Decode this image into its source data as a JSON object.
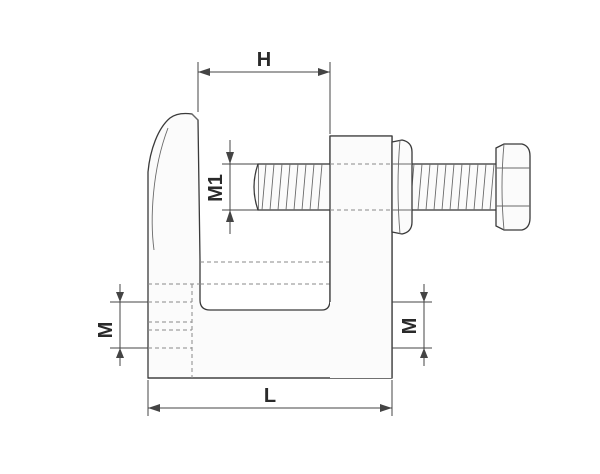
{
  "diagram": {
    "labels": {
      "h": "H",
      "m1": "M1",
      "m_left": "M",
      "m_right": "M",
      "l": "L"
    }
  }
}
